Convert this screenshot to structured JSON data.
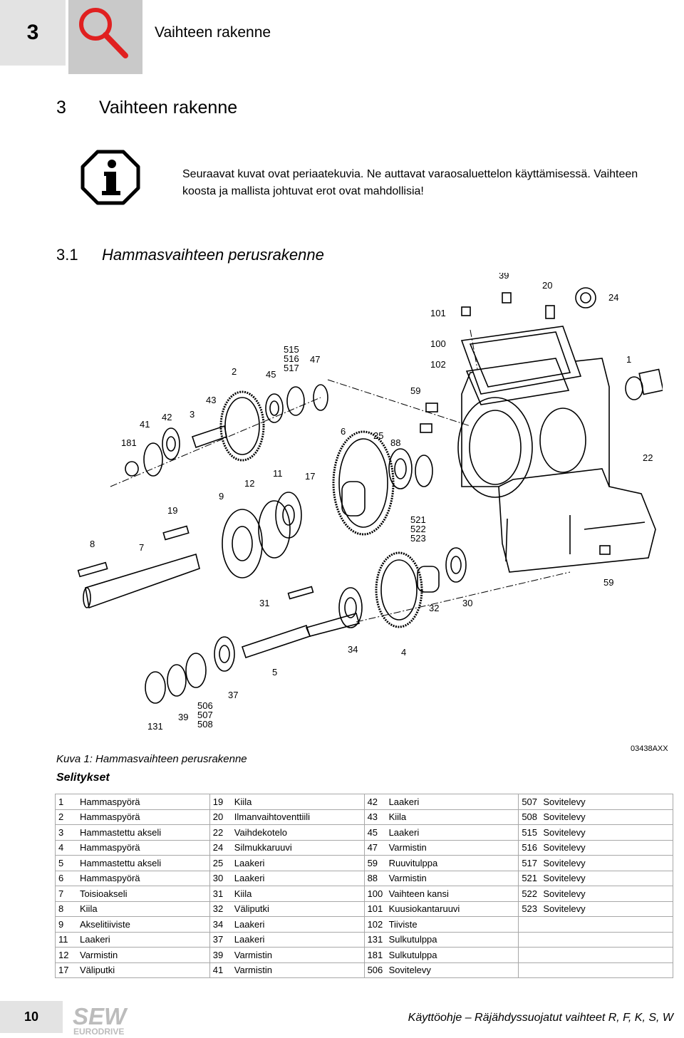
{
  "header": {
    "chapter_number": "3",
    "title": "Vaihteen rakenne"
  },
  "section": {
    "number": "3",
    "title": "Vaihteen rakenne"
  },
  "note": {
    "text": "Seuraavat kuvat ovat periaatekuvia. Ne auttavat varaosaluettelon käyttämisessä. Vaihteen koosta ja mallista johtuvat erot ovat mahdollisia!"
  },
  "subsection": {
    "number": "3.1",
    "title": "Hammasvaihteen perusrakenne"
  },
  "figure": {
    "code": "03438AXX",
    "caption": "Kuva 1: Hammasvaihteen perusrakenne",
    "callouts": [
      "39",
      "20",
      "24",
      "101",
      "100",
      "102",
      "1",
      "515",
      "516",
      "517",
      "47",
      "2",
      "45",
      "59",
      "43",
      "41",
      "42",
      "3",
      "181",
      "6",
      "25",
      "88",
      "22",
      "11",
      "17",
      "12",
      "9",
      "19",
      "521",
      "522",
      "523",
      "8",
      "7",
      "59",
      "31",
      "32",
      "30",
      "34",
      "4",
      "5",
      "37",
      "506",
      "507",
      "508",
      "39",
      "131"
    ]
  },
  "legend": {
    "title": "Selitykset",
    "rows": [
      [
        [
          "1",
          "Hammaspyörä"
        ],
        [
          "19",
          "Kiila"
        ],
        [
          "42",
          "Laakeri"
        ],
        [
          "507",
          "Sovitelevy"
        ]
      ],
      [
        [
          "2",
          "Hammaspyörä"
        ],
        [
          "20",
          "Ilmanvaihtoventtiili"
        ],
        [
          "43",
          "Kiila"
        ],
        [
          "508",
          "Sovitelevy"
        ]
      ],
      [
        [
          "3",
          "Hammastettu akseli"
        ],
        [
          "22",
          "Vaihdekotelo"
        ],
        [
          "45",
          "Laakeri"
        ],
        [
          "515",
          "Sovitelevy"
        ]
      ],
      [
        [
          "4",
          "Hammaspyörä"
        ],
        [
          "24",
          "Silmukkaruuvi"
        ],
        [
          "47",
          "Varmistin"
        ],
        [
          "516",
          "Sovitelevy"
        ]
      ],
      [
        [
          "5",
          "Hammastettu akseli"
        ],
        [
          "25",
          "Laakeri"
        ],
        [
          "59",
          "Ruuvitulppa"
        ],
        [
          "517",
          "Sovitelevy"
        ]
      ],
      [
        [
          "6",
          "Hammaspyörä"
        ],
        [
          "30",
          "Laakeri"
        ],
        [
          "88",
          "Varmistin"
        ],
        [
          "521",
          "Sovitelevy"
        ]
      ],
      [
        [
          "7",
          "Toisioakseli"
        ],
        [
          "31",
          "Kiila"
        ],
        [
          "100",
          "Vaihteen kansi"
        ],
        [
          "522",
          "Sovitelevy"
        ]
      ],
      [
        [
          "8",
          "Kiila"
        ],
        [
          "32",
          "Väliputki"
        ],
        [
          "101",
          "Kuusiokantaruuvi"
        ],
        [
          "523",
          "Sovitelevy"
        ]
      ],
      [
        [
          "9",
          "Akselitiiviste"
        ],
        [
          "34",
          "Laakeri"
        ],
        [
          "102",
          "Tiiviste"
        ],
        [
          "",
          ""
        ]
      ],
      [
        [
          "11",
          "Laakeri"
        ],
        [
          "37",
          "Laakeri"
        ],
        [
          "131",
          "Sulkutulppa"
        ],
        [
          "",
          ""
        ]
      ],
      [
        [
          "12",
          "Varmistin"
        ],
        [
          "39",
          "Varmistin"
        ],
        [
          "181",
          "Sulkutulppa"
        ],
        [
          "",
          ""
        ]
      ],
      [
        [
          "17",
          "Väliputki"
        ],
        [
          "41",
          "Varmistin"
        ],
        [
          "506",
          "Sovitelevy"
        ],
        [
          "",
          ""
        ]
      ]
    ]
  },
  "footer": {
    "page_number": "10",
    "logo_text_top": "SEW",
    "logo_text_bottom": "EURODRIVE",
    "text": "Käyttöohje – Räjähdyssuojatut vaihteet R, F, K, S, W"
  },
  "colors": {
    "header_box": "#e3e3e3",
    "icon_box": "#c9c9c9",
    "magnifier": "#e02020",
    "logo": "#bcbcbc"
  },
  "icons": {
    "header": "magnifier-icon",
    "note": "info-icon"
  }
}
